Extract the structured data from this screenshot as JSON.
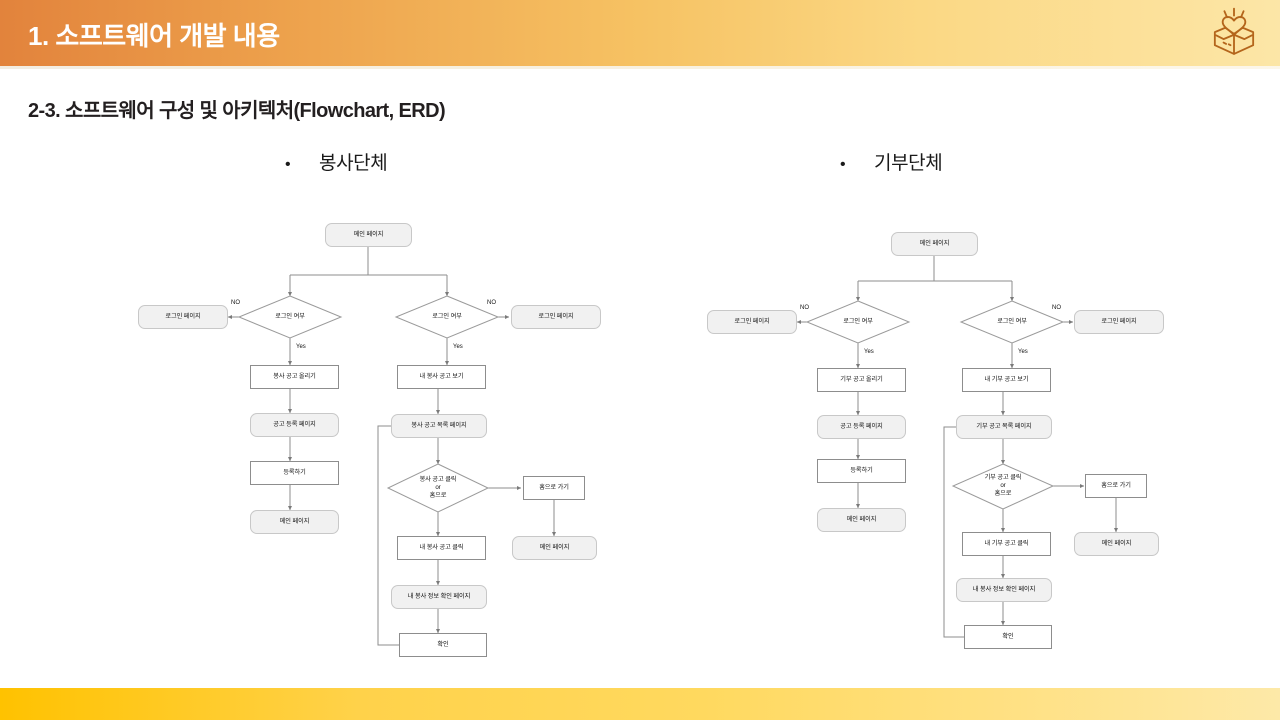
{
  "header": {
    "title": "1. 소프트웨어 개발 내용",
    "logo_icon": "heart-in-box-icon",
    "gradient_from": "#e2833c",
    "gradient_to": "#fce6a7"
  },
  "footer": {
    "gradient_from": "#ffc200",
    "gradient_to": "#fde9a8"
  },
  "slide": {
    "subtitle": "2-3. 소프트웨어 구성 및 아키텍처(Flowchart, ERD)"
  },
  "columns": [
    {
      "heading": "봉사단체"
    },
    {
      "heading": "기부단체"
    }
  ],
  "chart_data": {
    "type": "diagram",
    "title": "2-3. 소프트웨어 구성 및 아키텍처(Flowchart, ERD)",
    "diagrams": [
      {
        "name": "봉사단체 Flowchart",
        "nodes": [
          {
            "id": "L-root",
            "label": "메인 페이지",
            "shape": "page"
          },
          {
            "id": "L-dec1",
            "label": "로그인 여부",
            "shape": "diamond"
          },
          {
            "id": "L-login1",
            "label": "로그인 페이지",
            "shape": "page"
          },
          {
            "id": "L-upload",
            "label": "봉사 공고 올리기",
            "shape": "process"
          },
          {
            "id": "L-regpage",
            "label": "공고 등록 페이지",
            "shape": "page"
          },
          {
            "id": "L-register",
            "label": "등록하기",
            "shape": "process"
          },
          {
            "id": "L-main1",
            "label": "메인 페이지",
            "shape": "page"
          },
          {
            "id": "L-dec2",
            "label": "로그인 여부",
            "shape": "diamond"
          },
          {
            "id": "L-login2",
            "label": "로그인 페이지",
            "shape": "page"
          },
          {
            "id": "L-myview",
            "label": "내 봉사 공고 보기",
            "shape": "process"
          },
          {
            "id": "L-listpage",
            "label": "봉사 공고 목록 페이지",
            "shape": "page"
          },
          {
            "id": "L-dec3",
            "label": "봉사 공고 클릭\nor\n홈으로",
            "shape": "diamond"
          },
          {
            "id": "L-home",
            "label": "홈으로 가기",
            "shape": "process"
          },
          {
            "id": "L-main2",
            "label": "메인 페이지",
            "shape": "page"
          },
          {
            "id": "L-myclick",
            "label": "내 봉사 공고 클릭",
            "shape": "process"
          },
          {
            "id": "L-infopage",
            "label": "내 봉사 정보 확인 페이지",
            "shape": "page"
          },
          {
            "id": "L-confirm",
            "label": "확인",
            "shape": "process"
          }
        ],
        "edges": [
          {
            "from": "L-root",
            "to": "L-dec1",
            "label": ""
          },
          {
            "from": "L-root",
            "to": "L-dec2",
            "label": ""
          },
          {
            "from": "L-dec1",
            "to": "L-login1",
            "label": "NO"
          },
          {
            "from": "L-dec1",
            "to": "L-upload",
            "label": "Yes"
          },
          {
            "from": "L-upload",
            "to": "L-regpage",
            "label": ""
          },
          {
            "from": "L-regpage",
            "to": "L-register",
            "label": ""
          },
          {
            "from": "L-register",
            "to": "L-main1",
            "label": ""
          },
          {
            "from": "L-dec2",
            "to": "L-login2",
            "label": "NO"
          },
          {
            "from": "L-dec2",
            "to": "L-myview",
            "label": "Yes"
          },
          {
            "from": "L-myview",
            "to": "L-listpage",
            "label": ""
          },
          {
            "from": "L-listpage",
            "to": "L-dec3",
            "label": ""
          },
          {
            "from": "L-dec3",
            "to": "L-home",
            "label": ""
          },
          {
            "from": "L-home",
            "to": "L-main2",
            "label": ""
          },
          {
            "from": "L-dec3",
            "to": "L-myclick",
            "label": ""
          },
          {
            "from": "L-myclick",
            "to": "L-infopage",
            "label": ""
          },
          {
            "from": "L-infopage",
            "to": "L-confirm",
            "label": ""
          },
          {
            "from": "L-confirm",
            "to": "L-listpage",
            "label": ""
          }
        ]
      },
      {
        "name": "기부단체 Flowchart",
        "nodes": [
          {
            "id": "R-root",
            "label": "메인 페이지",
            "shape": "page"
          },
          {
            "id": "R-dec1",
            "label": "로그인 여부",
            "shape": "diamond"
          },
          {
            "id": "R-login1",
            "label": "로그인 페이지",
            "shape": "page"
          },
          {
            "id": "R-upload",
            "label": "기부 공고 올리기",
            "shape": "process"
          },
          {
            "id": "R-regpage",
            "label": "공고 등록 페이지",
            "shape": "page"
          },
          {
            "id": "R-register",
            "label": "등록하기",
            "shape": "process"
          },
          {
            "id": "R-main1",
            "label": "메인 페이지",
            "shape": "page"
          },
          {
            "id": "R-dec2",
            "label": "로그인 여부",
            "shape": "diamond"
          },
          {
            "id": "R-login2",
            "label": "로그인 페이지",
            "shape": "page"
          },
          {
            "id": "R-myview",
            "label": "내 기부 공고 보기",
            "shape": "process"
          },
          {
            "id": "R-listpage",
            "label": "기부 공고 목록 페이지",
            "shape": "page"
          },
          {
            "id": "R-dec3",
            "label": "기부 공고 클릭\nor\n홈으로",
            "shape": "diamond"
          },
          {
            "id": "R-home",
            "label": "홈으로 가기",
            "shape": "process"
          },
          {
            "id": "R-main2",
            "label": "메인 페이지",
            "shape": "page"
          },
          {
            "id": "R-myclick",
            "label": "내 기부 공고 클릭",
            "shape": "process"
          },
          {
            "id": "R-infopage",
            "label": "내 봉사 정보 확인 페이지",
            "shape": "page"
          },
          {
            "id": "R-confirm",
            "label": "확인",
            "shape": "process"
          }
        ],
        "edges": [
          {
            "from": "R-root",
            "to": "R-dec1",
            "label": ""
          },
          {
            "from": "R-root",
            "to": "R-dec2",
            "label": ""
          },
          {
            "from": "R-dec1",
            "to": "R-login1",
            "label": "NO"
          },
          {
            "from": "R-dec1",
            "to": "R-upload",
            "label": "Yes"
          },
          {
            "from": "R-upload",
            "to": "R-regpage",
            "label": ""
          },
          {
            "from": "R-regpage",
            "to": "R-register",
            "label": ""
          },
          {
            "from": "R-register",
            "to": "R-main1",
            "label": ""
          },
          {
            "from": "R-dec2",
            "to": "R-login2",
            "label": "NO"
          },
          {
            "from": "R-dec2",
            "to": "R-myview",
            "label": "Yes"
          },
          {
            "from": "R-myview",
            "to": "R-listpage",
            "label": ""
          },
          {
            "from": "R-listpage",
            "to": "R-dec3",
            "label": ""
          },
          {
            "from": "R-dec3",
            "to": "R-home",
            "label": ""
          },
          {
            "from": "R-home",
            "to": "R-main2",
            "label": ""
          },
          {
            "from": "R-dec3",
            "to": "R-myclick",
            "label": ""
          },
          {
            "from": "R-myclick",
            "to": "R-infopage",
            "label": ""
          },
          {
            "from": "R-infopage",
            "to": "R-confirm",
            "label": ""
          },
          {
            "from": "R-confirm",
            "to": "R-listpage",
            "label": ""
          }
        ]
      }
    ]
  },
  "edge_labels": {
    "no": "NO",
    "yes": "Yes"
  }
}
